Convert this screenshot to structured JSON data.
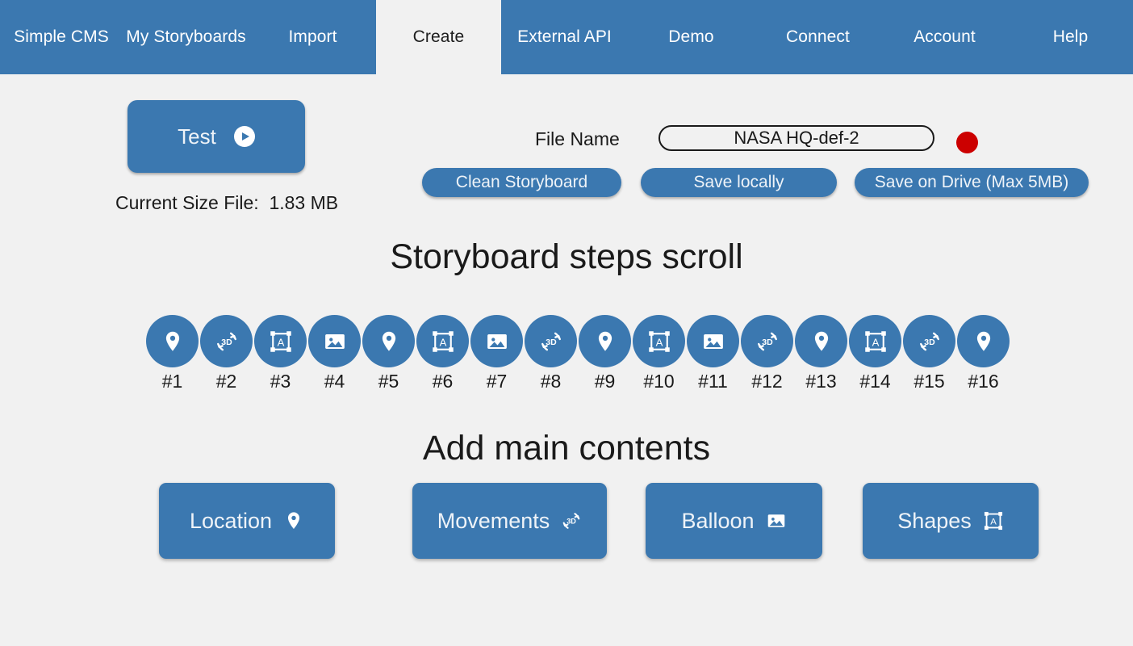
{
  "nav": {
    "items": [
      {
        "label": "Simple CMS",
        "active": false,
        "width": 152
      },
      {
        "label": "My Storyboards",
        "active": false,
        "width": 157
      },
      {
        "label": "Import",
        "active": false,
        "width": 157
      },
      {
        "label": "Create",
        "active": true,
        "width": 155
      },
      {
        "label": "External API",
        "active": false,
        "width": 157
      },
      {
        "label": "Demo",
        "active": false,
        "width": 157
      },
      {
        "label": "Connect",
        "active": false,
        "width": 157
      },
      {
        "label": "Account",
        "active": false,
        "width": 157
      },
      {
        "label": "Help",
        "active": false,
        "width": 155
      }
    ]
  },
  "toolbar": {
    "test_label": "Test",
    "test_icon": "play-icon",
    "size_text": "Current Size File:  1.83 MB",
    "filename_label": "File Name",
    "filename_value": "NASA HQ-def-2",
    "filename_placeholder": "File name",
    "rec_indicator_color": "#cc0000",
    "clean_label": "Clean Storyboard",
    "save_local_label": "Save locally",
    "save_drive_label": "Save on Drive (Max 5MB)"
  },
  "steps_section": {
    "title": "Storyboard steps scroll",
    "steps": [
      {
        "label": "#1",
        "icon": "location-pin-icon"
      },
      {
        "label": "#2",
        "icon": "rotate-3d-icon"
      },
      {
        "label": "#3",
        "icon": "shapes-icon"
      },
      {
        "label": "#4",
        "icon": "image-icon"
      },
      {
        "label": "#5",
        "icon": "location-pin-icon"
      },
      {
        "label": "#6",
        "icon": "shapes-icon"
      },
      {
        "label": "#7",
        "icon": "image-icon"
      },
      {
        "label": "#8",
        "icon": "rotate-3d-icon"
      },
      {
        "label": "#9",
        "icon": "location-pin-icon"
      },
      {
        "label": "#10",
        "icon": "shapes-icon"
      },
      {
        "label": "#11",
        "icon": "image-icon"
      },
      {
        "label": "#12",
        "icon": "rotate-3d-icon"
      },
      {
        "label": "#13",
        "icon": "location-pin-icon"
      },
      {
        "label": "#14",
        "icon": "shapes-icon"
      },
      {
        "label": "#15",
        "icon": "rotate-3d-icon"
      },
      {
        "label": "#16",
        "icon": "location-pin-icon"
      }
    ]
  },
  "add_section": {
    "title": "Add main contents",
    "buttons": [
      {
        "label": "Location",
        "icon": "location-pin-icon"
      },
      {
        "label": "Movements",
        "icon": "rotate-3d-icon"
      },
      {
        "label": "Balloon",
        "icon": "image-icon"
      },
      {
        "label": "Shapes",
        "icon": "shapes-icon"
      }
    ]
  },
  "theme": {
    "accent": "#3b78b0",
    "page_bg": "#f1f1f1",
    "text": "#1a1a1a",
    "danger": "#cc0000"
  }
}
